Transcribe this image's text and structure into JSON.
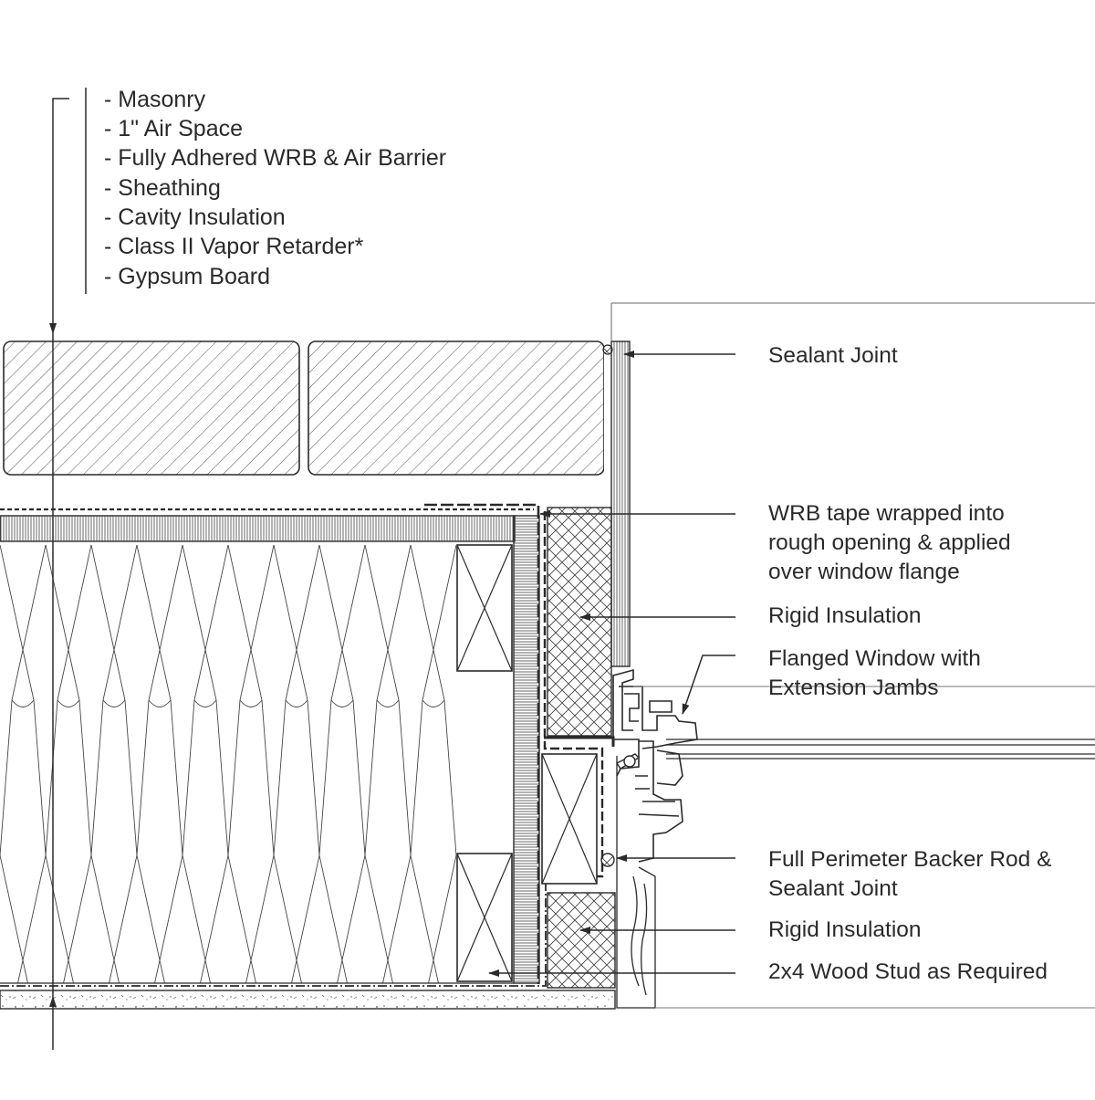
{
  "wall_assembly": {
    "layers": [
      "- Masonry",
      "- 1\" Air Space",
      "- Fully Adhered WRB & Air Barrier",
      "- Sheathing",
      "- Cavity Insulation",
      "- Class II Vapor Retarder*",
      "- Gypsum Board"
    ]
  },
  "callouts": {
    "sealant_joint": [
      "Sealant Joint"
    ],
    "wrb_tape": [
      "WRB tape wrapped into",
      "rough opening & applied",
      "over window flange"
    ],
    "rigid_insulation_upper": [
      "Rigid Insulation"
    ],
    "flanged_window": [
      "Flanged Window with",
      "Extension Jambs"
    ],
    "backer_rod": [
      "Full Perimeter Backer Rod &",
      "Sealant Joint"
    ],
    "rigid_insulation_lower": [
      "Rigid Insulation"
    ],
    "wood_stud": [
      "2x4 Wood Stud as Required"
    ]
  },
  "colors": {
    "line": "#2a2a2a",
    "text": "#2a2a2a",
    "background": "#ffffff"
  }
}
